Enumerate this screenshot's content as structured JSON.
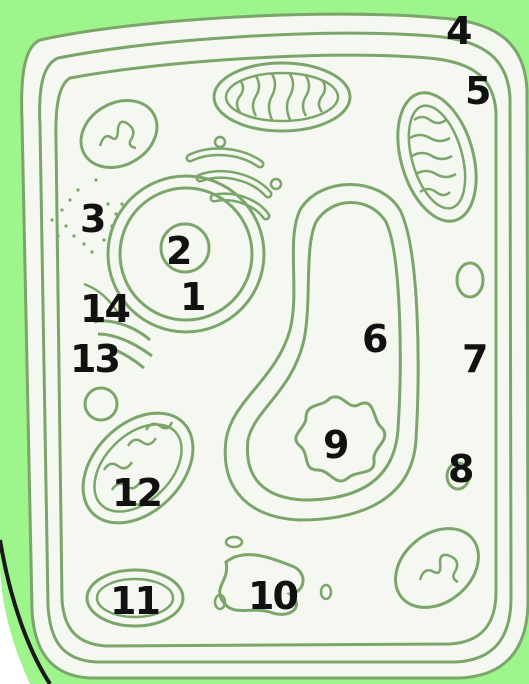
{
  "colors": {
    "background_green": "#9EF58C",
    "outline": "#7BA56A",
    "cell_fill": "#F4F8F0",
    "page_white": "#FFFFFF",
    "label_color": "#111111"
  },
  "labels": [
    "1",
    "2",
    "3",
    "4",
    "5",
    "6",
    "7",
    "8",
    "9",
    "10",
    "11",
    "12",
    "13",
    "14"
  ]
}
